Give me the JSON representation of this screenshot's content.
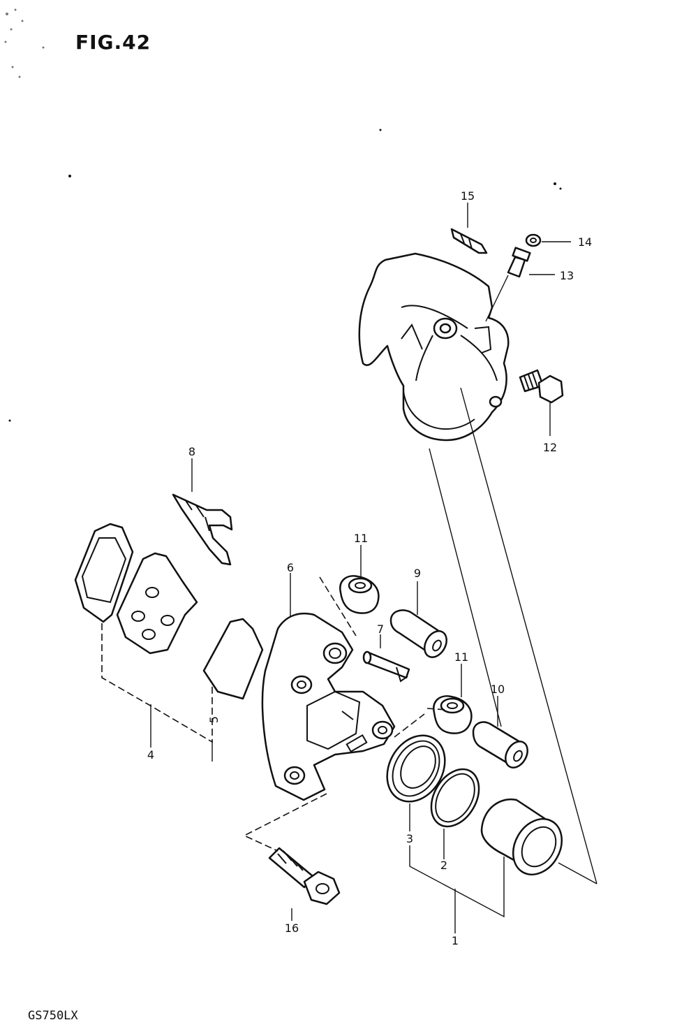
{
  "figure": {
    "title": "FIG.42",
    "model": "GS750LX"
  },
  "callouts": [
    {
      "id": "c1",
      "text": "1"
    },
    {
      "id": "c2",
      "text": "2"
    },
    {
      "id": "c3",
      "text": "3"
    },
    {
      "id": "c4",
      "text": "4"
    },
    {
      "id": "c5",
      "text": "5"
    },
    {
      "id": "c6",
      "text": "6"
    },
    {
      "id": "c7",
      "text": "7"
    },
    {
      "id": "c8",
      "text": "8"
    },
    {
      "id": "c9",
      "text": "9"
    },
    {
      "id": "c10",
      "text": "10"
    },
    {
      "id": "c11a",
      "text": "11"
    },
    {
      "id": "c11b",
      "text": "11"
    },
    {
      "id": "c12",
      "text": "12"
    },
    {
      "id": "c13",
      "text": "13"
    },
    {
      "id": "c14",
      "text": "14"
    },
    {
      "id": "c15",
      "text": "15"
    },
    {
      "id": "c16",
      "text": "16"
    }
  ]
}
